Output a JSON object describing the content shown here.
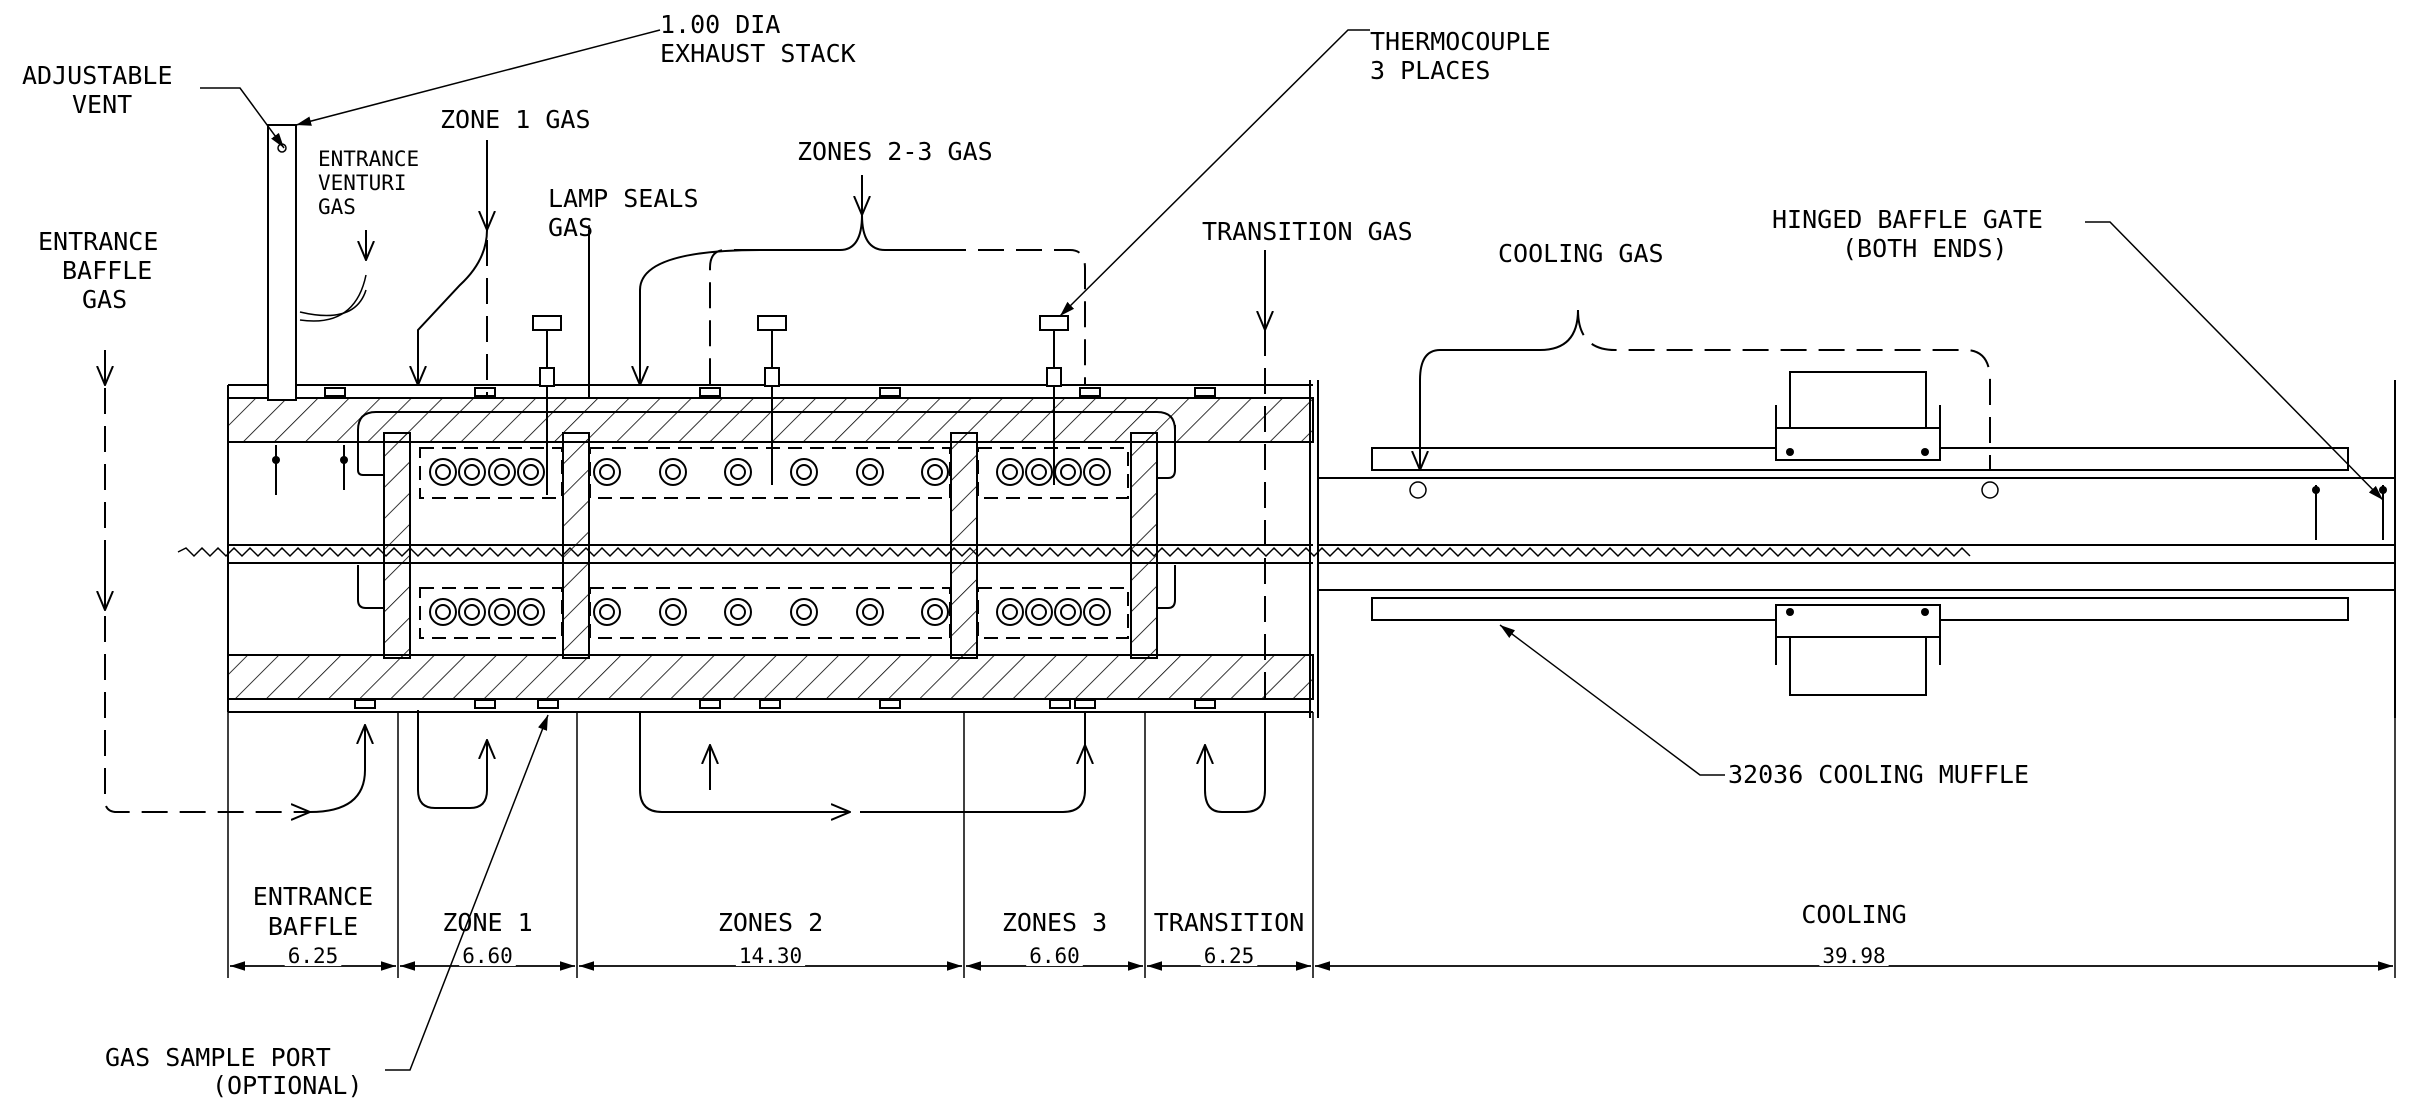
{
  "labels": {
    "adjustable_vent": [
      "ADJUSTABLE",
      "VENT"
    ],
    "exhaust_stack": [
      "1.00 DIA",
      "EXHAUST STACK"
    ],
    "zone1_gas": "ZONE 1 GAS",
    "entrance_venturi_gas": [
      "ENTRANCE",
      "VENTURI",
      "GAS"
    ],
    "entrance_baffle_gas": [
      "ENTRANCE",
      "BAFFLE",
      "GAS"
    ],
    "lamp_seals_gas": [
      "LAMP SEALS",
      "GAS"
    ],
    "zones23_gas": "ZONES 2-3 GAS",
    "thermocouple": [
      "THERMOCOUPLE",
      "3 PLACES"
    ],
    "transition_gas": "TRANSITION GAS",
    "cooling_gas": "COOLING GAS",
    "hinged_baffle_gate": [
      "HINGED BAFFLE GATE",
      "(BOTH ENDS)"
    ],
    "cooling_muffle": "32036 COOLING MUFFLE",
    "gas_sample_port": [
      "GAS SAMPLE PORT",
      "(OPTIONAL)"
    ]
  },
  "sections": [
    {
      "name": [
        "ENTRANCE",
        "BAFFLE"
      ],
      "length": "6.25"
    },
    {
      "name": [
        "ZONE 1"
      ],
      "length": "6.60"
    },
    {
      "name": [
        "ZONES 2"
      ],
      "length": "14.30"
    },
    {
      "name": [
        "ZONES 3"
      ],
      "length": "6.60"
    },
    {
      "name": [
        "TRANSITION"
      ],
      "length": "6.25"
    },
    {
      "name": [
        "COOLING"
      ],
      "length": "39.98"
    }
  ]
}
